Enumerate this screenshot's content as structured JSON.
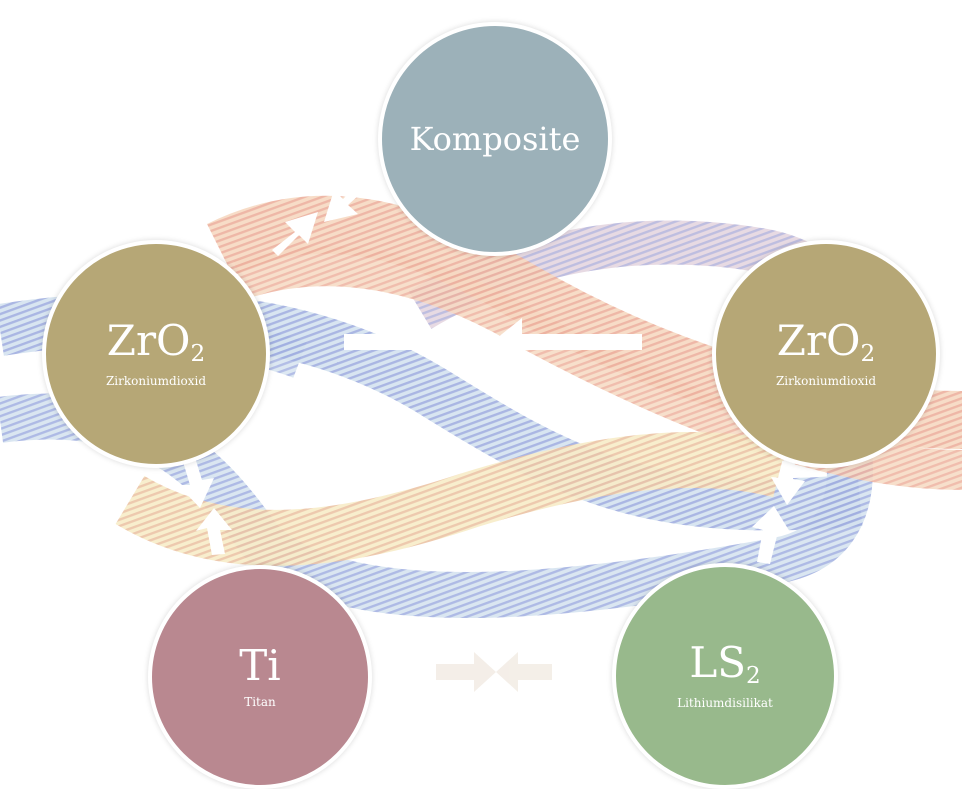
{
  "nodes": {
    "komposite": {
      "label": "Komposite",
      "color": "#9cb1b9"
    },
    "zro2_left": {
      "symbol": "ZrO",
      "subscript": "2",
      "name": "Zirkoniumdioxid",
      "color": "#b6a776"
    },
    "zro2_right": {
      "symbol": "ZrO",
      "subscript": "2",
      "name": "Zirkoniumdioxid",
      "color": "#b6a776"
    },
    "ti": {
      "symbol": "Ti",
      "name": "Titan",
      "color": "#b98890"
    },
    "ls2": {
      "symbol": "LS",
      "subscript": "2",
      "name": "Lithiumdisilikat",
      "color": "#98b98c"
    }
  },
  "connections": [
    {
      "from": "zro2_left",
      "to": "komposite"
    },
    {
      "from": "zro2_left",
      "to": "zro2_right"
    },
    {
      "from": "zro2_left",
      "to": "ti"
    },
    {
      "from": "zro2_right",
      "to": "ls2"
    },
    {
      "from": "ti",
      "to": "ls2"
    }
  ],
  "colors": {
    "rope_warm": "#f2b7a6",
    "rope_warm_light": "#f6dfb8",
    "rope_cool": "#a9b5e6",
    "rope_cool_light": "#c6dcea",
    "arrow": "#ffffff"
  }
}
